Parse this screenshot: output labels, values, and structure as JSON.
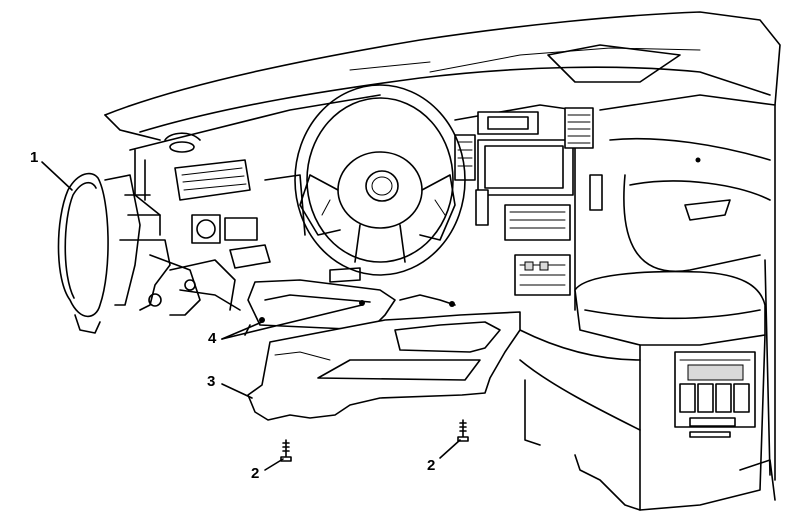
{
  "callouts": [
    {
      "id": "c1",
      "label": "1"
    },
    {
      "id": "c2a",
      "label": "2"
    },
    {
      "id": "c2b",
      "label": "2"
    },
    {
      "id": "c3",
      "label": "3"
    },
    {
      "id": "c4",
      "label": "4"
    }
  ]
}
